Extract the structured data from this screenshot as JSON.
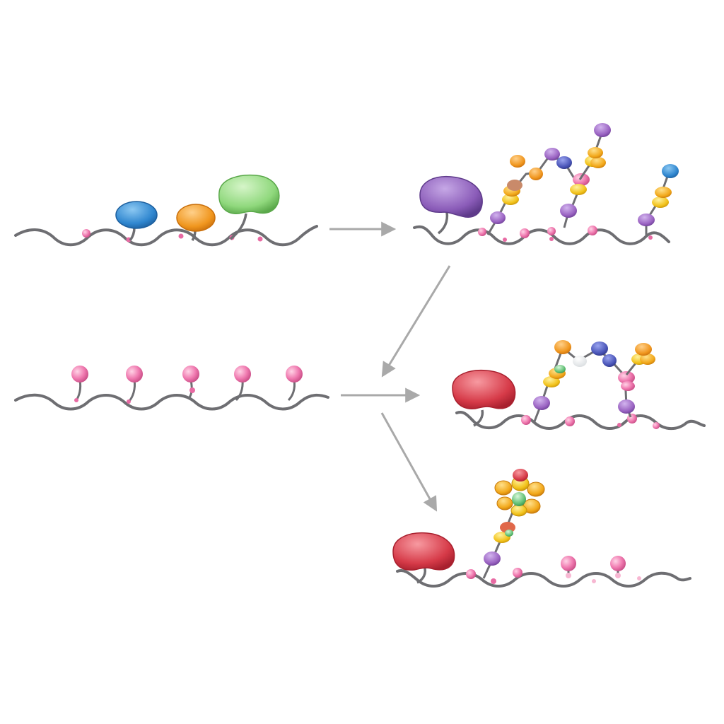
{
  "diagram": {
    "labels": [],
    "palette": {
      "strand": "#6e6e72",
      "arrow": "#a9a9a9",
      "pink_sugar": "#f07ab0",
      "blue_protein": "#2f86cf",
      "orange_protein": "#f0961e",
      "green_protein": "#7ccf6a",
      "purple_protein": "#8a5bb8",
      "red_protein": "#d63a48",
      "yellow_sugar": "#f2c21a",
      "violet_sugar": "#9a63c2",
      "navy_sugar": "#4a55b8"
    },
    "panels": [
      "strand-with-three-proteins",
      "strand-with-purple-protein-and-branched-chains",
      "strand-with-pink-sugars",
      "strand-with-red-protein-and-two-branches",
      "strand-with-red-protein-and-flower-cluster"
    ],
    "arrows": [
      "arrow-top-right",
      "arrow-diagonal-down-left",
      "arrow-middle-right",
      "arrow-diagonal-down-right"
    ]
  }
}
